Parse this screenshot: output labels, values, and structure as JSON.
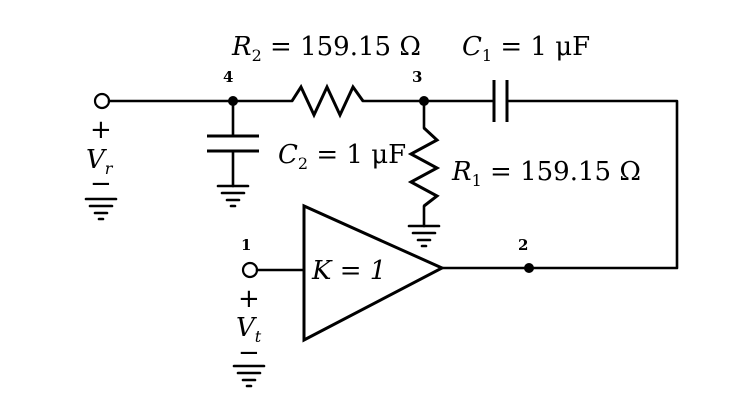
{
  "diagram": {
    "labels": {
      "r2_name": "R",
      "r2_sub": "2",
      "r2_value": " = 159.15 Ω",
      "c1_name": "C",
      "c1_sub": "1",
      "c1_value": " = 1 μF",
      "c2_name": "C",
      "c2_sub": "2",
      "c2_value": " = 1 μF",
      "r1_name": "R",
      "r1_sub": "1",
      "r1_value": " = 159.15 Ω",
      "gain": "K = 1",
      "vr_name": "V",
      "vr_sub": "r",
      "vt_name": "V",
      "vt_sub": "t",
      "plus": "+",
      "minus": "−"
    },
    "nodes": {
      "n1": "1",
      "n2": "2",
      "n3": "3",
      "n4": "4"
    }
  }
}
